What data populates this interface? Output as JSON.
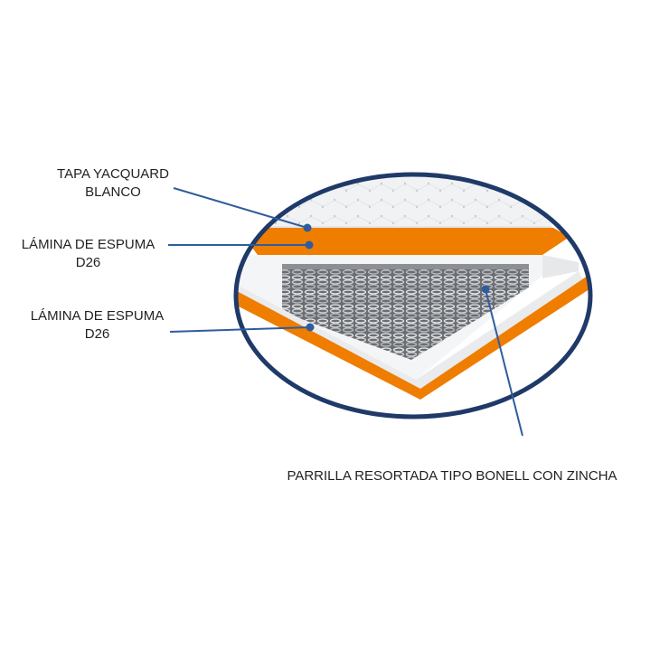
{
  "labels": {
    "tapa": {
      "line1": "TAPA YACQUARD",
      "line2": "BLANCO"
    },
    "lamina_top": {
      "line1": "LÁMINA DE ESPUMA",
      "line2": "D26"
    },
    "lamina_bottom": {
      "line1": "LÁMINA DE ESPUMA",
      "line2": "D26"
    },
    "parrilla": {
      "line1": "PARRILLA RESORTADA TIPO BONELL CON ZINCHA"
    }
  },
  "colors": {
    "ring": "#1f3a68",
    "foam": "#ef7d00",
    "cover": "#eef0f2",
    "pointer": "#2f5d9c",
    "text": "#231f20"
  }
}
